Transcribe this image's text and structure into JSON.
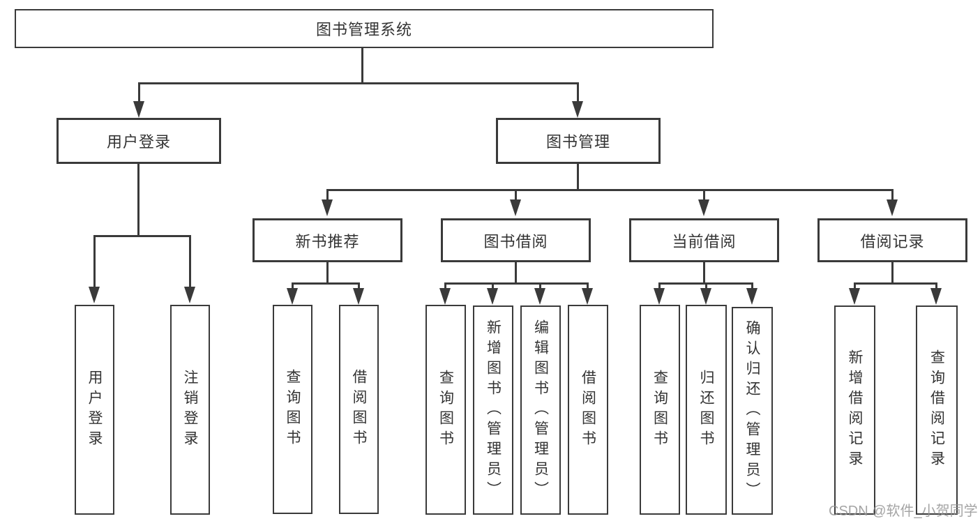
{
  "diagram_title": "图书管理系统",
  "nodes": {
    "root": "图书管理系统",
    "userLogin": "用户登录",
    "bookMgmt": "图书管理",
    "ulLogin": "用户登录",
    "ulLogout": "注销登录",
    "nbRec": "新书推荐",
    "bookBorrow": "图书借阅",
    "curBorrow": "当前借阅",
    "borrowRec": "借阅记录",
    "nbQuery": "查询图书",
    "nbBorrow": "借阅图书",
    "bbQuery": "查询图书",
    "bbAdd": "新增图书（管理员）",
    "bbEdit": "编辑图书（管理员）",
    "bbBorrow": "借阅图书",
    "cbQuery": "查询图书",
    "cbReturn": "归还图书",
    "cbConfirm": "确认归还（管理员）",
    "brAdd": "新增借阅记录",
    "brQuery": "查询借阅记录"
  },
  "hierarchy": {
    "root": "图书管理系统",
    "children": [
      {
        "label": "用户登录",
        "children": [
          "用户登录",
          "注销登录"
        ]
      },
      {
        "label": "图书管理",
        "children": [
          {
            "label": "新书推荐",
            "children": [
              "查询图书",
              "借阅图书"
            ]
          },
          {
            "label": "图书借阅",
            "children": [
              "查询图书",
              "新增图书（管理员）",
              "编辑图书（管理员）",
              "借阅图书"
            ]
          },
          {
            "label": "当前借阅",
            "children": [
              "查询图书",
              "归还图书",
              "确认归还（管理员）"
            ]
          },
          {
            "label": "借阅记录",
            "children": [
              "新增借阅记录",
              "查询借阅记录"
            ]
          }
        ]
      }
    ]
  },
  "watermark": {
    "text": "CSDN @软件_小贺同学"
  },
  "colors": {
    "line": "#3a3a3a",
    "text": "#333333",
    "background": "#ffffff",
    "watermark": "#949494"
  }
}
